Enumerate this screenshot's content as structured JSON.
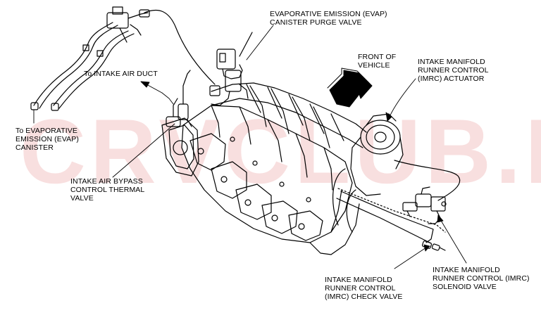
{
  "labels": {
    "evap_purge_valve": "EVAPORATIVE EMISSION (EVAP)\nCANISTER PURGE VALVE",
    "front_of_vehicle": "FRONT OF\nVEHICLE",
    "imrc_actuator": "INTAKE MANIFOLD\nRUNNER CONTROL\n(IMRC) ACTUATOR",
    "to_intake_air_duct": "To INTAKE AIR DUCT",
    "to_evap_canister": "To EVAPORATIVE\nEMISSION (EVAP)\nCANISTER",
    "intake_air_bypass": "INTAKE AIR BYPASS\nCONTROL THERMAL\nVALVE",
    "imrc_check_valve": "INTAKE MANIFOLD\nRUNNER CONTROL\n(IMRC) CHECK VALVE",
    "imrc_solenoid_valve": "INTAKE MANIFOLD\nRUNNER CONTROL (IMRC)\nSOLENOID VALVE"
  },
  "watermark": "CRVCLUB.RU",
  "colors": {
    "line": "#000000",
    "watermark": "#f4c6c6"
  }
}
